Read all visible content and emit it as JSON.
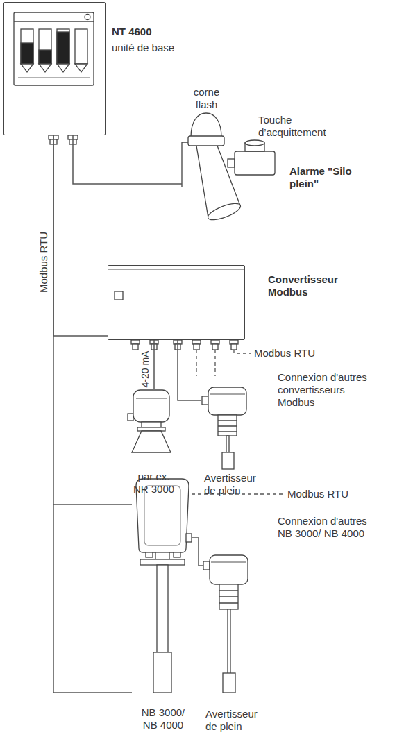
{
  "diagram": {
    "nodes": [
      {
        "text": [
          "NT 4600",
          "unité de base"
        ]
      },
      {
        "text": [
          "corne flash"
        ]
      },
      {
        "text": [
          "Touche d’acquittement",
          "Alarme \"Silo plein\""
        ]
      },
      {
        "text": [
          "Convertisseur Modbus"
        ]
      },
      {
        "text": [
          "par ex. NR 3000"
        ]
      },
      {
        "text": [
          "Avertisseur de plein"
        ]
      },
      {
        "text": [
          "NB 3000/ NB 4000"
        ]
      },
      {
        "text": [
          "Avertisseur de plein"
        ]
      }
    ],
    "edges": [
      {
        "from": 0,
        "to": 1,
        "arrow": "none"
      },
      {
        "from": 0,
        "to": 3,
        "label": "Modbus RTU",
        "arrow": "none"
      },
      {
        "from": 0,
        "to": 6,
        "arrow": "none"
      },
      {
        "from": 3,
        "to": 4,
        "label": "4-20 mA",
        "arrow": "none"
      },
      {
        "from": 3,
        "to": 5,
        "arrow": "none"
      },
      {
        "from": 6,
        "to": 7,
        "arrow": "none"
      }
    ],
    "labels": [
      "Modbus RTU",
      "Connexion d'autres convertisseurs Modbus",
      "Modbus RTU",
      "Connexion d'autres NB 3000/ NB 4000"
    ]
  }
}
